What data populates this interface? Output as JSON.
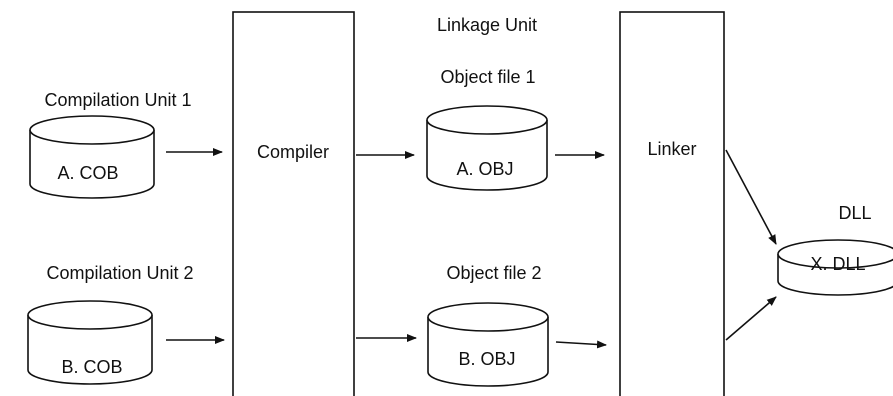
{
  "diagram": {
    "compilation_units": [
      {
        "label": "Compilation Unit 1",
        "file": "A. COB"
      },
      {
        "label": "Compilation Unit 2",
        "file": "B. COB"
      }
    ],
    "compiler_label": "Compiler",
    "linkage_unit_label": "Linkage Unit",
    "object_files": [
      {
        "label": "Object file 1",
        "file": "A. OBJ"
      },
      {
        "label": "Object file 2",
        "file": "B. OBJ"
      }
    ],
    "linker_label": "Linker",
    "output": {
      "label": "DLL",
      "file": "X. DLL"
    }
  }
}
